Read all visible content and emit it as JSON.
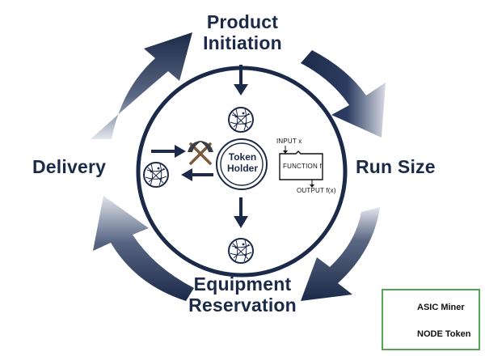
{
  "stages": {
    "product_initiation": [
      "Product",
      "Initiation"
    ],
    "run_size": "Run Size",
    "equipment_reservation": [
      "Equipment",
      "Reservation"
    ],
    "delivery": "Delivery"
  },
  "center": {
    "holder": [
      "Token",
      "Holder"
    ]
  },
  "function_box": {
    "input": "INPUT x",
    "label": "FUNCTION f:",
    "output": "OUTPUT f(x)"
  },
  "legend": {
    "asic_miner": "ASIC Miner",
    "node_token": "NODE Token"
  },
  "colors": {
    "navy": "#1b2a48",
    "legend_border": "#56a455"
  },
  "icons": [
    "pickaxe-icon",
    "globe-network-icon",
    "node-token-icon"
  ]
}
